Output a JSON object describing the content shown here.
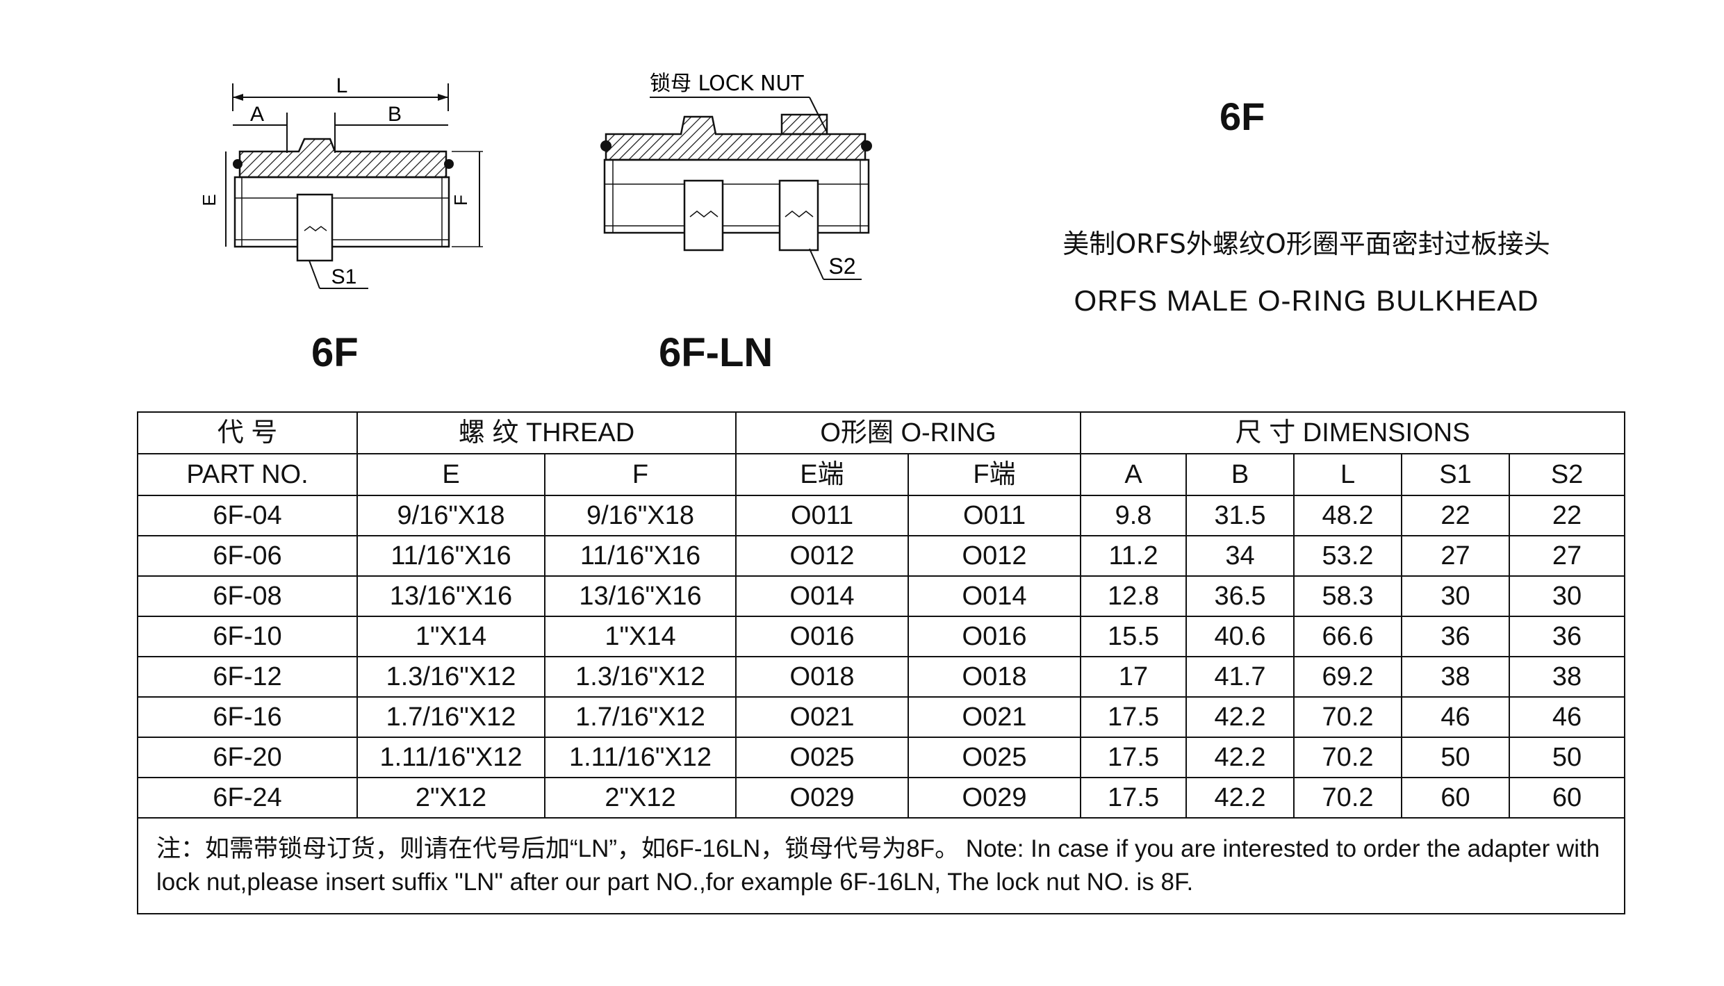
{
  "diagrams": {
    "left": {
      "caption": "6F",
      "dims": {
        "L": "L",
        "A": "A",
        "B": "B",
        "E": "E",
        "F": "F",
        "S1": "S1"
      }
    },
    "right": {
      "caption": "6F-LN",
      "lock_nut_label": "锁母 LOCK NUT",
      "S2": "S2"
    }
  },
  "title": {
    "code": "6F",
    "cn": "美制ORFS外螺纹O形圈平面密封过板接头",
    "en": "ORFS MALE  O-RING   BULKHEAD"
  },
  "table": {
    "header": {
      "part_cn": "代  号",
      "part_en": "PART  NO.",
      "thread": "螺  纹   THREAD",
      "oring": "O形圈 O-RING",
      "dims": "尺  寸    DIMENSIONS",
      "sub": [
        "E",
        "F",
        "E端",
        "F端",
        "A",
        "B",
        "L",
        "S1",
        "S2"
      ]
    },
    "rows": [
      [
        "6F-04",
        "9/16\"X18",
        "9/16\"X18",
        "O011",
        "O011",
        "9.8",
        "31.5",
        "48.2",
        "22",
        "22"
      ],
      [
        "6F-06",
        "11/16\"X16",
        "11/16\"X16",
        "O012",
        "O012",
        "11.2",
        "34",
        "53.2",
        "27",
        "27"
      ],
      [
        "6F-08",
        "13/16\"X16",
        "13/16\"X16",
        "O014",
        "O014",
        "12.8",
        "36.5",
        "58.3",
        "30",
        "30"
      ],
      [
        "6F-10",
        "1\"X14",
        "1\"X14",
        "O016",
        "O016",
        "15.5",
        "40.6",
        "66.6",
        "36",
        "36"
      ],
      [
        "6F-12",
        "1.3/16\"X12",
        "1.3/16\"X12",
        "O018",
        "O018",
        "17",
        "41.7",
        "69.2",
        "38",
        "38"
      ],
      [
        "6F-16",
        "1.7/16\"X12",
        "1.7/16\"X12",
        "O021",
        "O021",
        "17.5",
        "42.2",
        "70.2",
        "46",
        "46"
      ],
      [
        "6F-20",
        "1.11/16\"X12",
        "1.11/16\"X12",
        "O025",
        "O025",
        "17.5",
        "42.2",
        "70.2",
        "50",
        "50"
      ],
      [
        "6F-24",
        "2\"X12",
        "2\"X12",
        "O029",
        "O029",
        "17.5",
        "42.2",
        "70.2",
        "60",
        "60"
      ]
    ],
    "note": "注：如需带锁母订货，则请在代号后加“LN”，如6F-16LN，锁母代号为8F。      Note:  In case if you are interested to order the adapter with lock nut,please insert suffix \"LN\" after our part NO.,for example 6F-16LN, The lock nut NO. is 8F."
  }
}
